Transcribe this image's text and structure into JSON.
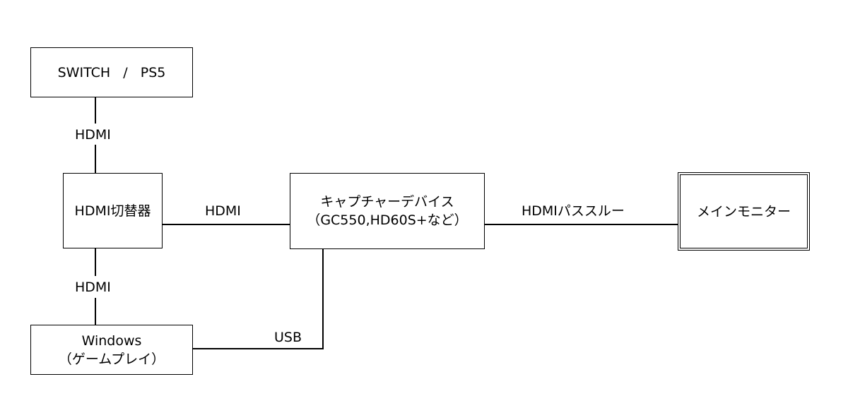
{
  "nodes": {
    "source": {
      "label": "SWITCH   /   PS5"
    },
    "switcher": {
      "label": "HDMI切替器"
    },
    "capture": {
      "line1": "キャプチャーデバイス",
      "line2": "（GC550,HD60S+など）"
    },
    "monitor": {
      "label": "メインモニター"
    },
    "windows": {
      "line1": "Windows",
      "line2": "（ゲームプレイ）"
    }
  },
  "edges": {
    "source_to_switcher": "HDMI",
    "switcher_to_capture": "HDMI",
    "switcher_to_windows": "HDMI",
    "capture_to_monitor": "HDMIパススルー",
    "capture_to_windows": "USB"
  }
}
